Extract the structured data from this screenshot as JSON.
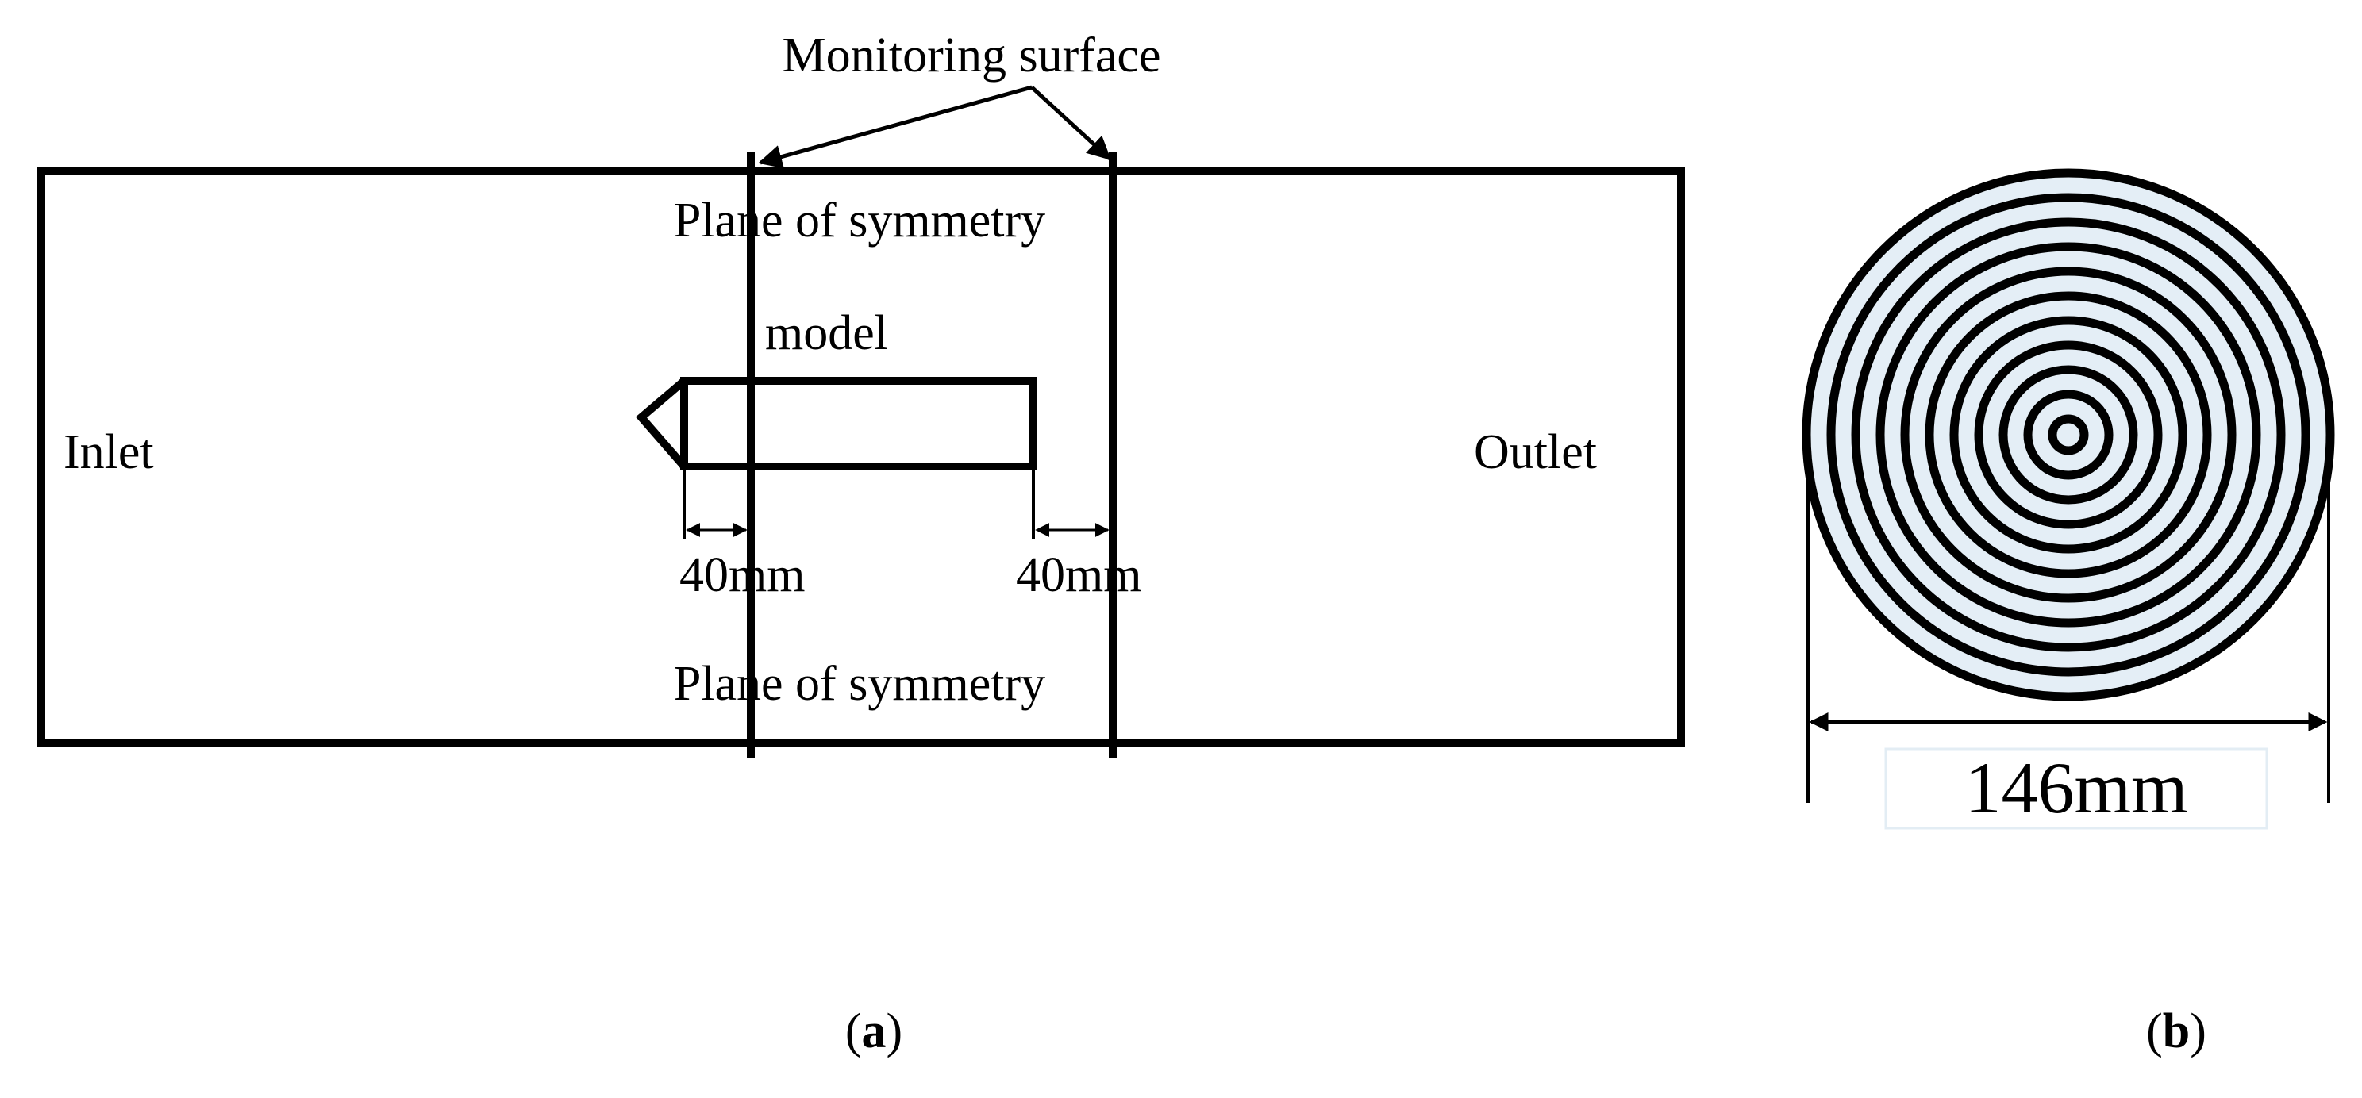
{
  "panel_a": {
    "monitoring_label": "Monitoring surface",
    "symmetry_top": "Plane of symmetry",
    "symmetry_bottom": "Plane of symmetry",
    "model_label": "model",
    "inlet_label": "Inlet",
    "outlet_label": "Outlet",
    "dim_front": "40mm",
    "dim_rear": "40mm",
    "caption_open": "(",
    "caption_letter": "a",
    "caption_close": ")"
  },
  "panel_b": {
    "diameter_label": "146mm",
    "ring_count": 11,
    "colors": {
      "ring_fill": "#e4eef6",
      "ring_stroke": "#000000"
    },
    "caption_open": "(",
    "caption_letter": "b",
    "caption_close": ")"
  }
}
